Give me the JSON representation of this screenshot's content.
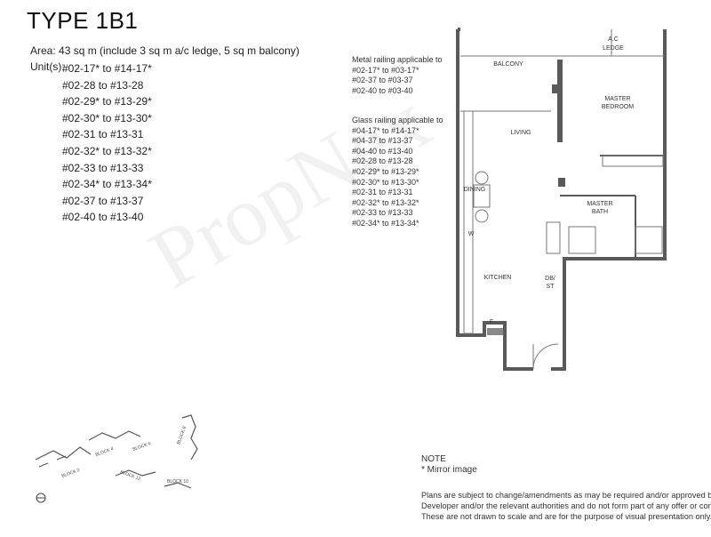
{
  "title": "TYPE 1B1",
  "area": "Area: 43 sq m (include 3 sq m a/c ledge, 5 sq m balcony)",
  "units_label": "Unit(s):",
  "units": [
    "#02-17* to #14-17*",
    "#02-28 to #13-28",
    "#02-29* to #13-29*",
    "#02-30* to #13-30*",
    "#02-31 to #13-31",
    "#02-32* to #13-32*",
    "#02-33 to #13-33",
    "#02-34* to #13-34*",
    "#02-37 to #13-37",
    "#02-40 to #13-40"
  ],
  "metal_railing": {
    "heading": [
      "Metal railing applicable to"
    ],
    "items": [
      "#02-17* to #03-17*",
      "#02-37 to #03-37",
      "#02-40 to #03-40"
    ]
  },
  "glass_railing": {
    "heading": [
      "Glass railing applicable to"
    ],
    "items": [
      "#04-17* to #14-17*",
      "#04-37 to #13-37",
      "#04-40 to #13-40",
      "#02-28 to #13-28",
      "#02-29* to #13-29*",
      "#02-30* to #13-30*",
      "#02-31 to #13-31",
      "#02-32* to #13-32*",
      "#02-33 to #13-33",
      "#02-34* to #13-34*"
    ]
  },
  "rooms": {
    "ac_ledge": [
      "A.C",
      "LEDGE"
    ],
    "balcony": "BALCONY",
    "master_bedroom": [
      "MASTER",
      "BEDROOM"
    ],
    "living": "LIVING",
    "dining": "DINING",
    "master_bath": [
      "MASTER",
      "BATH"
    ],
    "w": "W",
    "kitchen": "KITCHEN",
    "dbst": [
      "DB/",
      "ST"
    ],
    "f": "F"
  },
  "site_plan": {
    "blocks": [
      "BLOCK 2",
      "BLOCK 4",
      "BLOCK 6",
      "BLOCK 8",
      "BLOCK 12",
      "BLOCK 10"
    ]
  },
  "note": {
    "heading": "NOTE",
    "item": "* Mirror image"
  },
  "disclaimer": [
    "Plans are subject to change/amendments as may be required and/or approved by the",
    "Developer and/or the relevant authorities and do not form part of any offer or contract.",
    "These are not drawn to scale and are for the purpose of visual presentation only."
  ],
  "watermark": "PropNex",
  "colors": {
    "wall": "#5a5a5a",
    "text": "#222222"
  }
}
